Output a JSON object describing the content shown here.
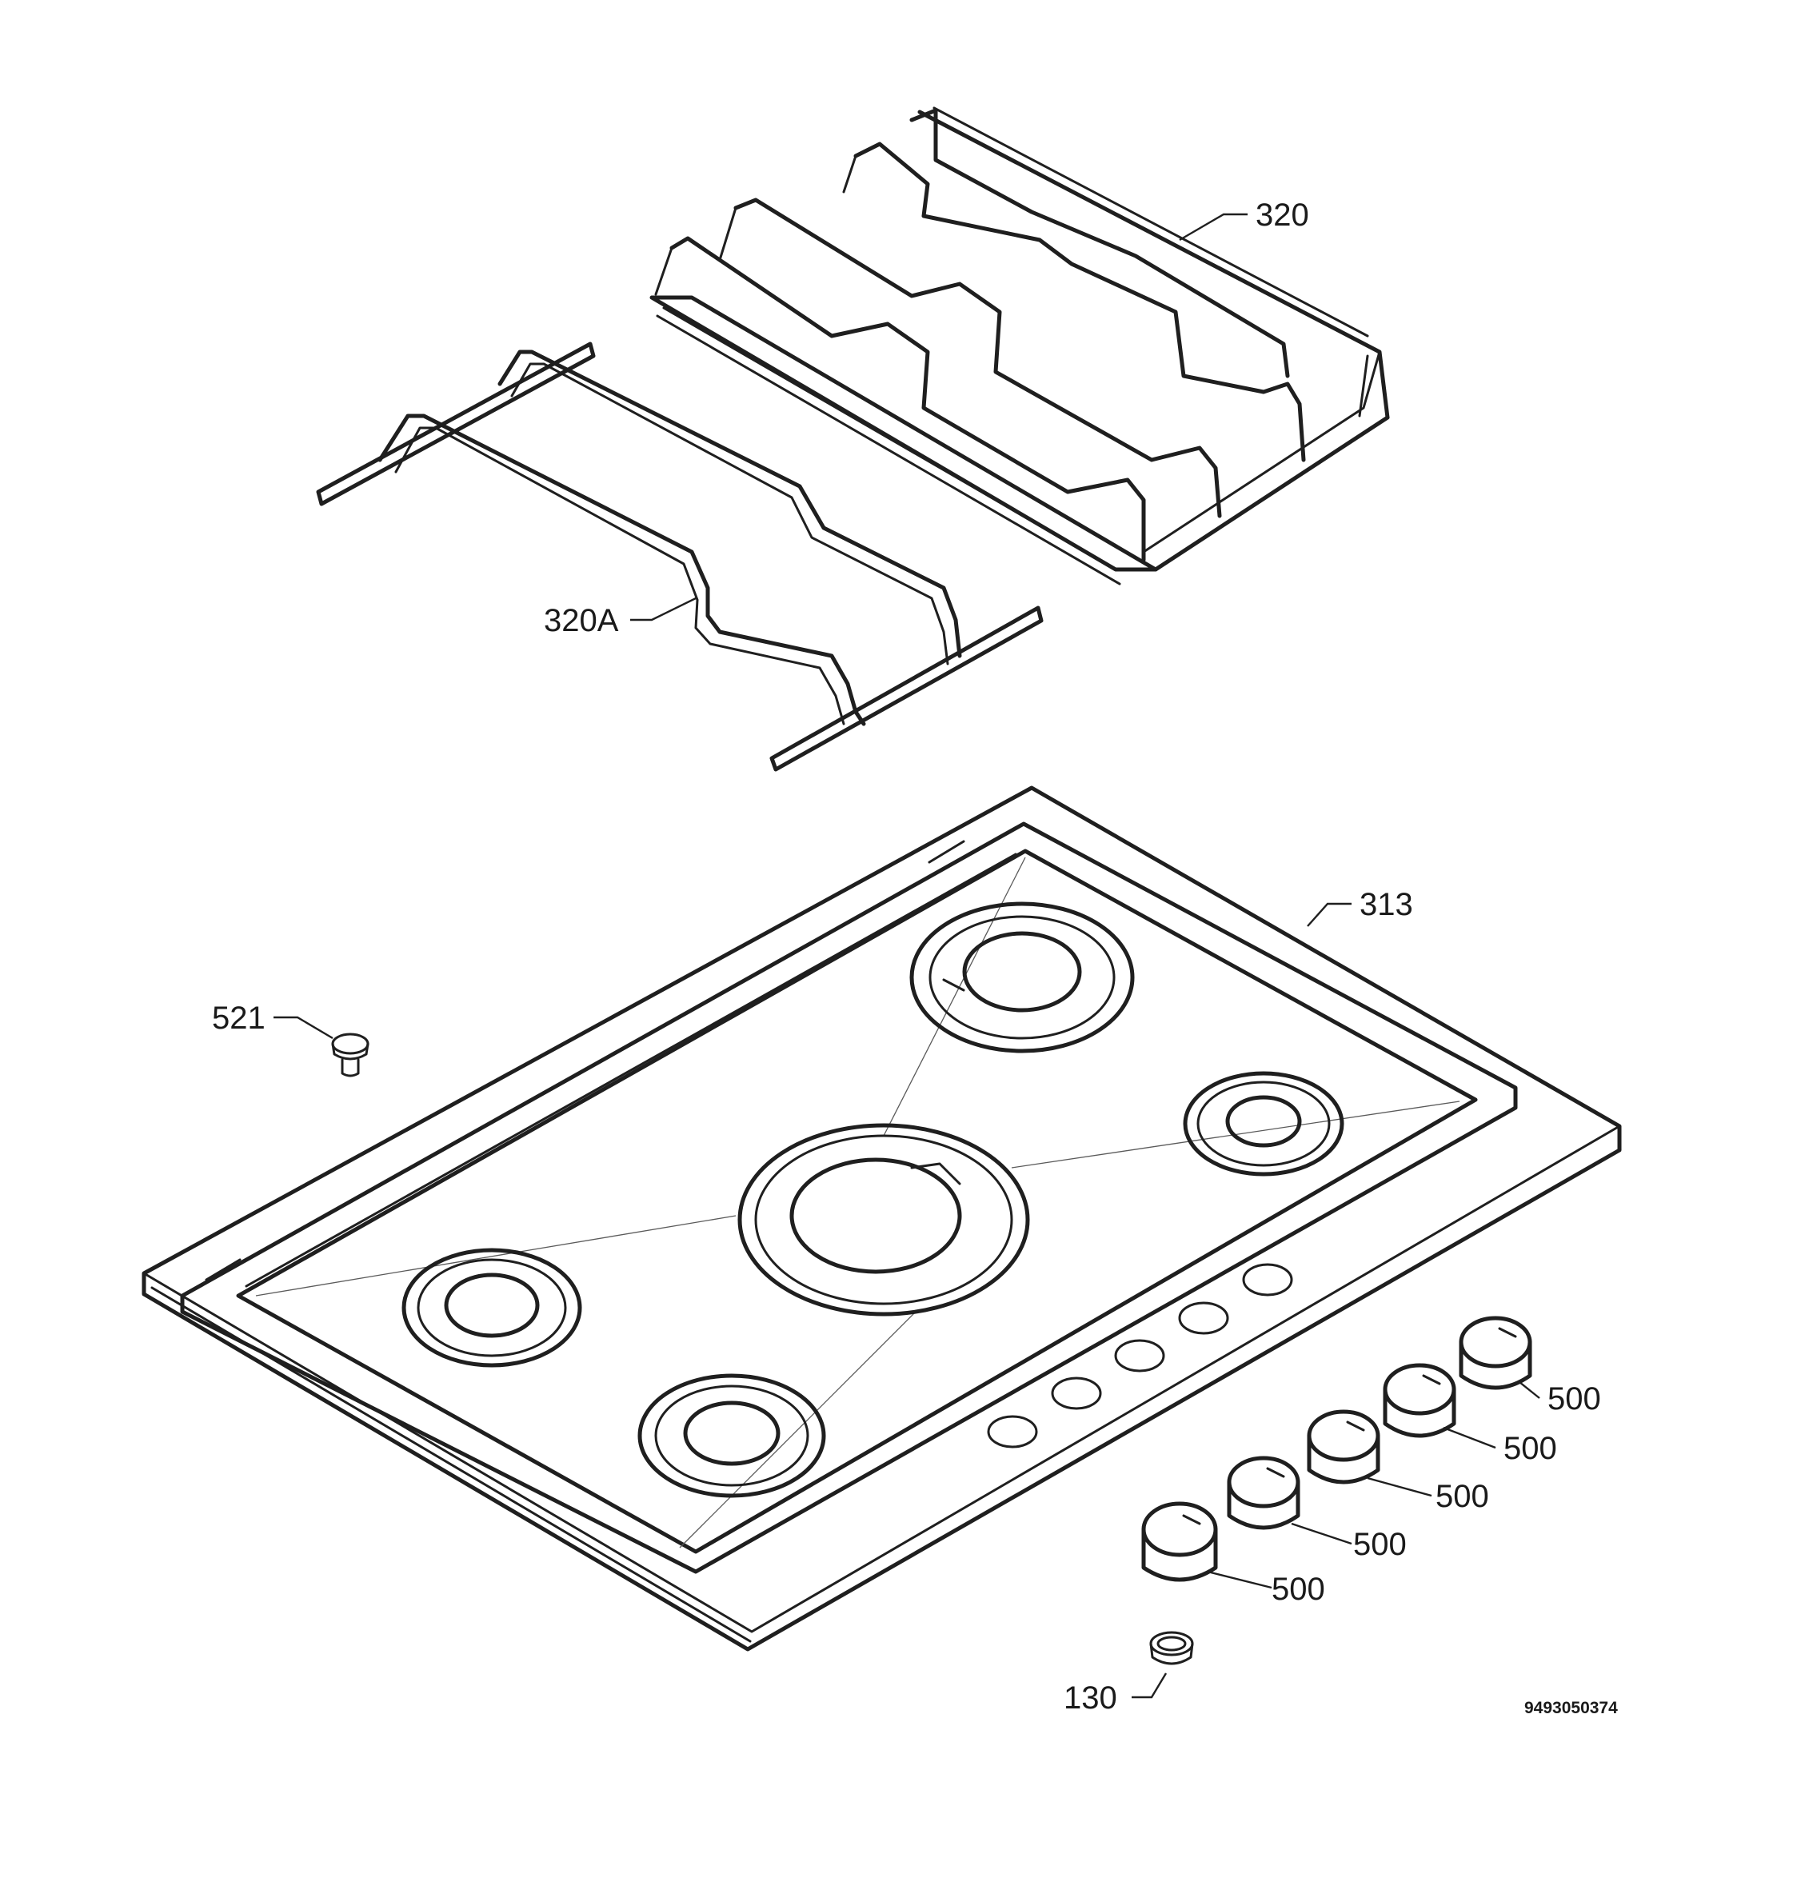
{
  "diagram": {
    "document_number": "9493050374",
    "parts": [
      {
        "id": "grid_right",
        "label": "320"
      },
      {
        "id": "grid_left",
        "label": "320A"
      },
      {
        "id": "hob_top",
        "label": "313"
      },
      {
        "id": "screw",
        "label": "521"
      },
      {
        "id": "knob_1",
        "label": "500"
      },
      {
        "id": "knob_2",
        "label": "500"
      },
      {
        "id": "knob_3",
        "label": "500"
      },
      {
        "id": "knob_4",
        "label": "500"
      },
      {
        "id": "knob_5",
        "label": "500"
      },
      {
        "id": "bush",
        "label": "130"
      }
    ]
  }
}
